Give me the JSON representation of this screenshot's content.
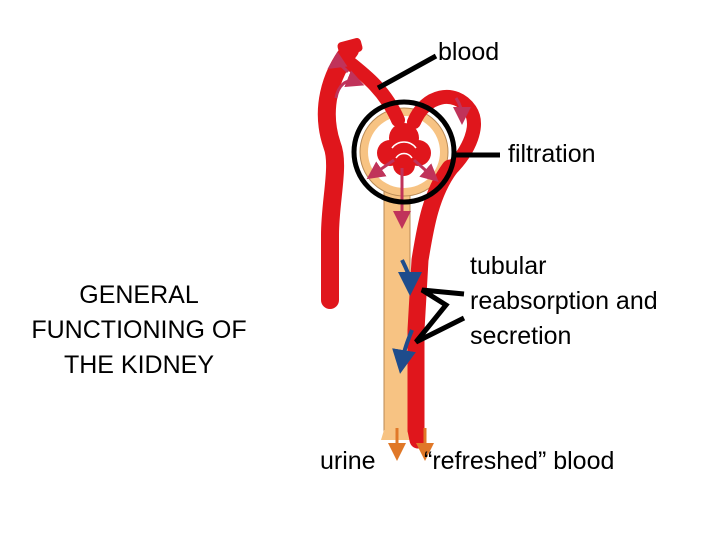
{
  "title": "GENERAL\nFUNCTIONING OF\nTHE KIDNEY",
  "labels": {
    "blood": "blood",
    "filtration": "filtration",
    "tubular": "tubular\nreabsorption and\nsecretion",
    "urine": "urine",
    "refreshed_blood": "“refreshed” blood"
  },
  "colors": {
    "blood_vessel": "#e0161c",
    "tubule": "#f7c383",
    "filtration_arrow": "#c0335a",
    "reabsorption_arrow": "#1e4c8c",
    "outflow_arrow": "#e07828",
    "pointer": "#000000"
  }
}
